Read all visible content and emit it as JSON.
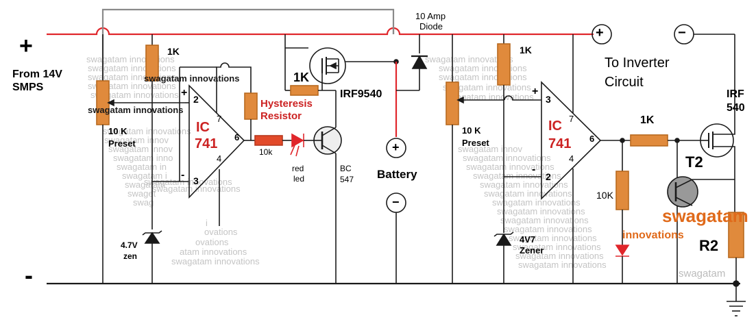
{
  "colors": {
    "rail": "#e0262b",
    "wire": "#1a1a1a",
    "feedback_wire": "#8a8a8a",
    "resistor": "#e08a3c",
    "resistor_stroke": "#b8691f",
    "red_text": "#cc2222",
    "orange_text": "#e06a1a",
    "watermark": "#c4c4c4"
  },
  "supply": {
    "plus_sign": "+",
    "minus_sign": "-",
    "source_label_line1": "From 14V",
    "source_label_line2": "SMPS"
  },
  "left_stage": {
    "r_top": "1K",
    "preset_label_line1": "10 K",
    "preset_label_line2": "Preset",
    "ic_label": "IC",
    "ic_number": "741",
    "pin_plus": "+",
    "pin_minus": "-",
    "pin2": "2",
    "pin3": "3",
    "pin4": "4",
    "pin6": "6",
    "pin7": "7",
    "zener_line1": "4.7V",
    "zener_line2": "zen",
    "hysteresis_line1": "Hysteresis",
    "hysteresis_line2": "Resistor",
    "r_10k": "10k",
    "led_line1": "red",
    "led_line2": "led",
    "bjt_line1": "BC",
    "bjt_line2": "547",
    "r_gate": "1K",
    "mosfet": "IRF9540"
  },
  "battery": {
    "label": "Battery",
    "plus": "+",
    "minus": "−"
  },
  "diode": {
    "line1": "10 Amp",
    "line2": "Diode"
  },
  "right_stage": {
    "r_top": "1K",
    "preset_label_line1": "10 K",
    "preset_label_line2": "Preset",
    "ic_label": "IC",
    "ic_number": "741",
    "pin_plus": "+",
    "pin_minus": "-",
    "pin2": "2",
    "pin3": "3",
    "pin4": "4",
    "pin6": "6",
    "pin7": "7",
    "zener_line1": "4V7",
    "zener_line2": "Zener",
    "r_out": "1K",
    "r_led": "10K",
    "t2": "T2",
    "r2": "R2",
    "mosfet_line1": "IRF",
    "mosfet_line2": "540"
  },
  "output": {
    "plus": "+",
    "minus": "−",
    "label_line1": "To Inverter",
    "label_line2": "Circuit"
  },
  "watermarks": {
    "brand": "swagatam innovations",
    "big_brand": "swagatam",
    "big_sub": "innovations",
    "bottom": "swagatam",
    "small": [
      "swagatam innovations",
      "swagatam innov",
      "swagatam inno",
      "swagatam in",
      "swagatam i",
      "swagatam",
      "swaget",
      "swag",
      "gatam innovations",
      "atam innovations",
      "n innovations",
      "innovations",
      "ovations",
      "i"
    ]
  }
}
